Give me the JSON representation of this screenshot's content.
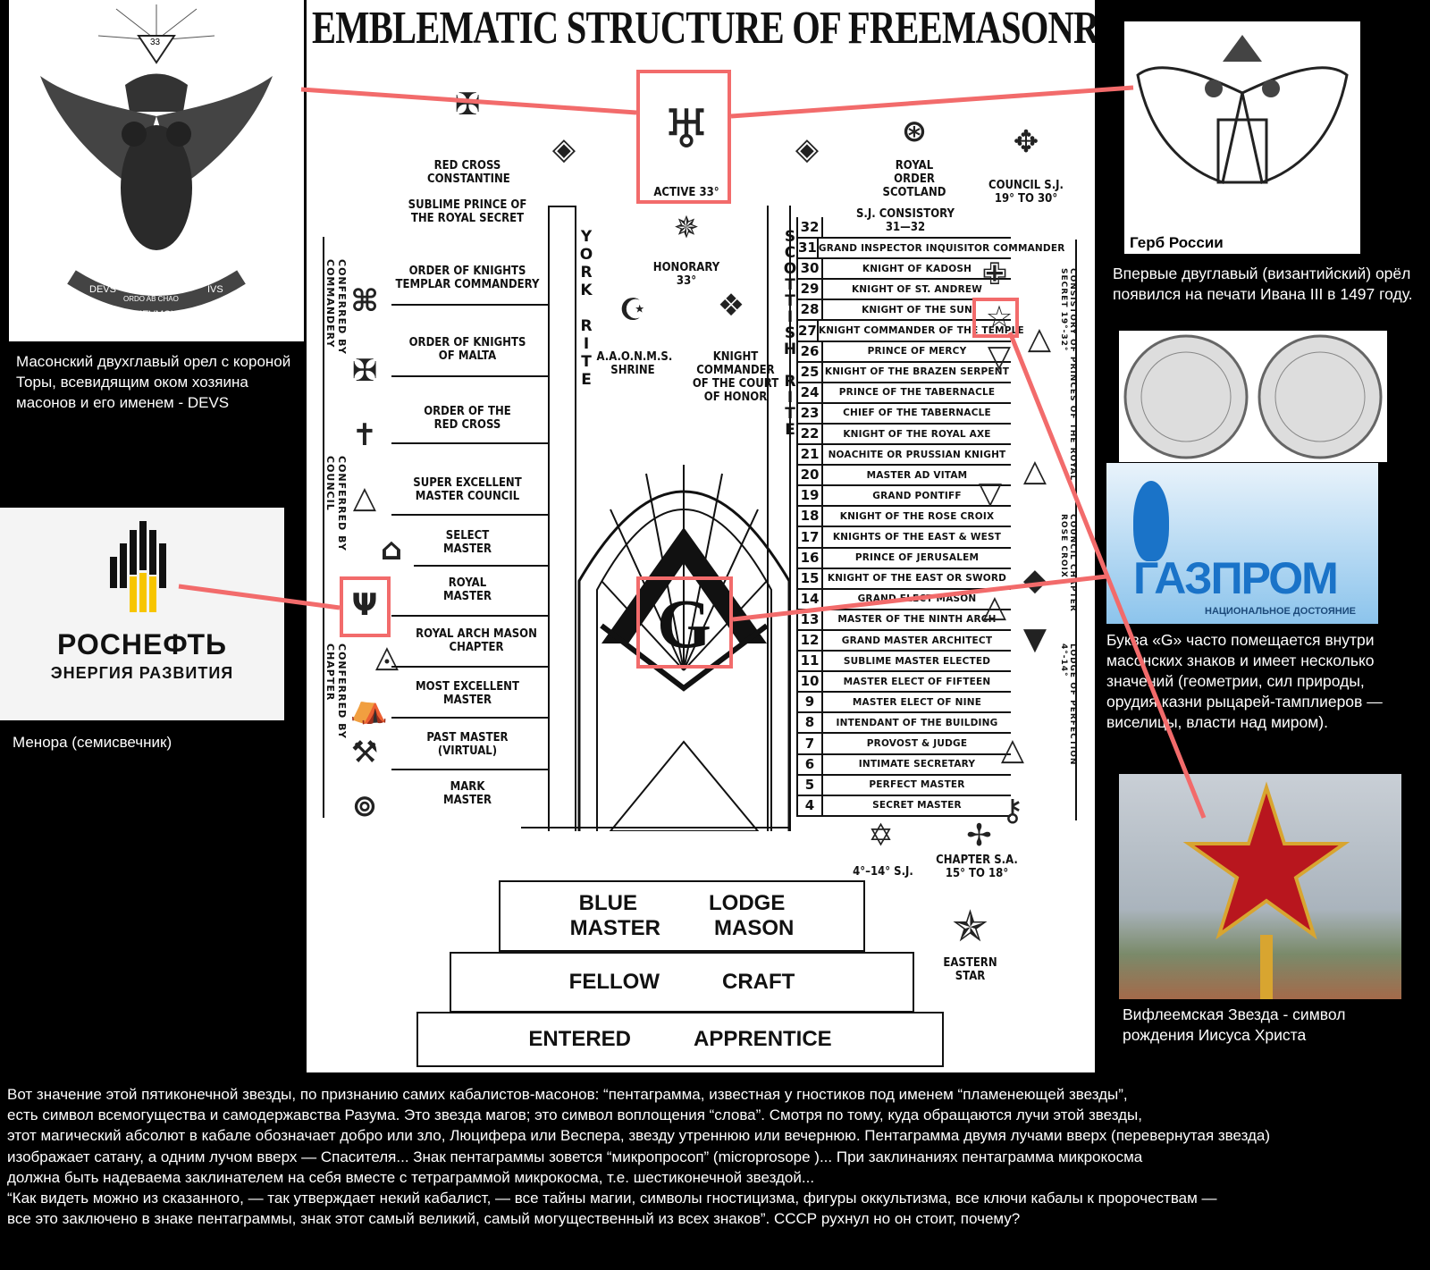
{
  "chart": {
    "title": "EMBLEMATIC STRUCTURE OF FREEMASONRY",
    "york_rite": "YORK RITE",
    "scottish_rite": "SCOTTISH RITE",
    "left_items": [
      "RED CROSS CONSTANTINE",
      "SUBLIME PRINCE OF THE ROYAL SECRET",
      "ORDER OF KNIGHTS TEMPLAR COMMANDERY",
      "ORDER OF KNIGHTS OF MALTA",
      "ORDER OF THE RED CROSS",
      "SUPER EXCELLENT MASTER COUNCIL",
      "SELECT MASTER",
      "ROYAL MASTER",
      "ROYAL ARCH MASON CHAPTER",
      "MOST EXCELLENT MASTER",
      "PAST MASTER (VIRTUAL)",
      "MARK MASTER"
    ],
    "left_vertical": [
      "CONFERRED BY COMMANDERY",
      "CONFERRED BY COUNCIL",
      "CONFERRED BY CHAPTER"
    ],
    "center_items": [
      "ACTIVE 33°",
      "HONORARY 33°",
      "A.A.O.N.M.S. SHRINE",
      "KNIGHT COMMANDER OF THE COURT OF HONOR"
    ],
    "right_top": [
      "ROYAL ORDER SCOTLAND",
      "COUNCIL S.J. 19° TO 30°",
      "S.J. CONSISTORY 31—32"
    ],
    "right_vertical": [
      "CONSISTORY OF PRINCES OF THE ROYAL SECRET 19°-32°",
      "COUNCIL CHAPTER ROSE CROIX",
      "LODGE OF PERFECTION 4°-14°"
    ],
    "degrees": [
      {
        "n": "32",
        "t": ""
      },
      {
        "n": "31",
        "t": "GRAND INSPECTOR INQUISITOR COMMANDER"
      },
      {
        "n": "30",
        "t": "KNIGHT OF KADOSH"
      },
      {
        "n": "29",
        "t": "KNIGHT OF ST. ANDREW"
      },
      {
        "n": "28",
        "t": "KNIGHT OF THE SUN"
      },
      {
        "n": "27",
        "t": "KNIGHT COMMANDER OF THE TEMPLE"
      },
      {
        "n": "26",
        "t": "PRINCE OF MERCY"
      },
      {
        "n": "25",
        "t": "KNIGHT OF THE BRAZEN SERPENT"
      },
      {
        "n": "24",
        "t": "PRINCE OF THE TABERNACLE"
      },
      {
        "n": "23",
        "t": "CHIEF OF THE TABERNACLE"
      },
      {
        "n": "22",
        "t": "KNIGHT OF THE ROYAL AXE"
      },
      {
        "n": "21",
        "t": "NOACHITE OR PRUSSIAN KNIGHT"
      },
      {
        "n": "20",
        "t": "MASTER AD VITAM"
      },
      {
        "n": "19",
        "t": "GRAND PONTIFF"
      },
      {
        "n": "18",
        "t": "KNIGHT OF THE ROSE CROIX"
      },
      {
        "n": "17",
        "t": "KNIGHTS OF THE EAST & WEST"
      },
      {
        "n": "16",
        "t": "PRINCE OF JERUSALEM"
      },
      {
        "n": "15",
        "t": "KNIGHT OF THE EAST OR SWORD"
      },
      {
        "n": "14",
        "t": "GRAND ELECT MASON"
      },
      {
        "n": "13",
        "t": "MASTER OF THE NINTH ARCH"
      },
      {
        "n": "12",
        "t": "GRAND MASTER ARCHITECT"
      },
      {
        "n": "11",
        "t": "SUBLIME MASTER ELECTED"
      },
      {
        "n": "10",
        "t": "MASTER ELECT OF FIFTEEN"
      },
      {
        "n": "9",
        "t": "MASTER ELECT OF NINE"
      },
      {
        "n": "8",
        "t": "INTENDANT OF THE BUILDING"
      },
      {
        "n": "7",
        "t": "PROVOST & JUDGE"
      },
      {
        "n": "6",
        "t": "INTIMATE SECRETARY"
      },
      {
        "n": "5",
        "t": "PERFECT MASTER"
      },
      {
        "n": "4",
        "t": "SECRET MASTER"
      }
    ],
    "bottom_labels": [
      "4°–14° S.J.",
      "CHAPTER S.A. 15° TO 18°",
      "EASTERN STAR"
    ],
    "center_letter": "G",
    "steps": [
      {
        "a": "BLUE",
        "b": "LODGE",
        "c": "MASTER",
        "d": "MASON"
      },
      {
        "a": "FELLOW",
        "b": "CRAFT"
      },
      {
        "a": "ENTERED",
        "b": "APPRENTICE"
      }
    ]
  },
  "left": {
    "eagle_motto": [
      "DEVS",
      "MEVMQVE",
      "IVS",
      "ORDO AB CHAO",
      "33"
    ],
    "eagle_caption": "Масонский двухглавый орел с короной Торы, всевидящим оком хозяина масонов и его именем - DEVS",
    "rosneft_name": "РОСНЕФТЬ",
    "rosneft_slogan": "ЭНЕРГИЯ РАЗВИТИЯ",
    "rosneft_caption": "Менора (семисвечник)"
  },
  "right": {
    "arms_label": "Герб России",
    "arms_caption": "Впервые двуглавый (византийский) орёл появился на печати Ивана III в 1497 году.",
    "gazprom_name": "ГАЗПРОМ",
    "gazprom_slogan": "НАЦИОНАЛЬНОЕ ДОСТОЯНИЕ",
    "g_caption": "Буква «G» часто помещается внутри масонских знаков и имеет несколько значений (геометрии, сил природы, орудия казни рыцарей-тамплиеров — виселицы, власти над миром).",
    "star_caption": "Вифлеемская Звезда - символ рождения Иисуса Христа"
  },
  "bottom_text": [
    "Вот значение этой пятиконечной звезды, по признанию самих кабалистов-масонов: “пентаграмма, известная у гностиков под именем “пламенеющей звезды”,",
    "есть символ всемогущества и самодержавства Разума. Это звезда магов; это символ воплощения “слова”. Смотря по тому, куда обращаются лучи этой звезды,",
    "этот магический абсолют в кабале обозначает добро или зло, Люцифера или Веспера, звезду утреннюю или вечернюю. Пентаграмма двумя лучами вверх (перевернутая звезда)",
    "изображает сатану, а одним лучом вверх — Спасителя... Знак пентаграммы зовется “микропросоп” (microprosope )... При заклинаниях пентаграмма микрокосма",
    "должна быть надеваема заклинателем на себя вместе с тетраграммой микрокосма, т.е. шестиконечной звездой...",
    "“Как видеть можно из сказанного, — так утверждает некий кабалист, — все тайны магии, символы гностицизма, фигуры оккультизма, все ключи кабалы к пророчествам —",
    "все это заключено в знаке пентаграммы, знак этот самый великий, самый могущественный из всех знаков”. СССР рухнул но он стоит, почему?"
  ],
  "colors": {
    "highlight": "#f26b6b",
    "background": "#000000",
    "chart_bg": "#ffffff",
    "gazprom_blue": "#1a73c8",
    "kremlin_star": "#b8161e"
  }
}
